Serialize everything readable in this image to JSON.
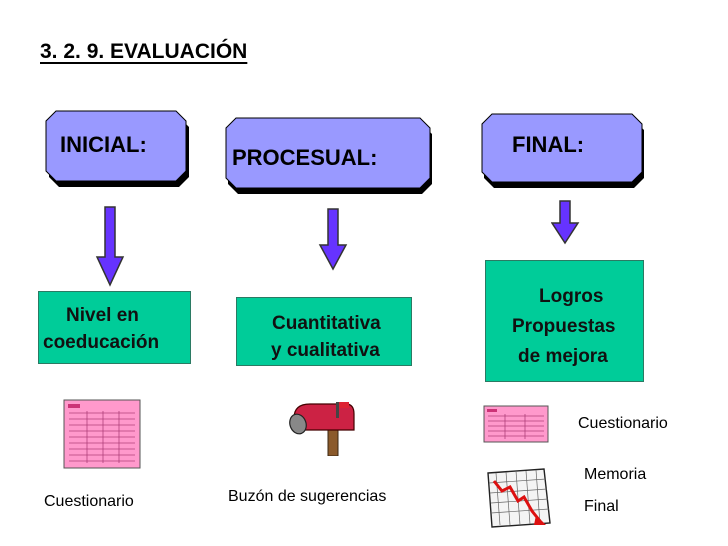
{
  "title": "3. 2. 9. EVALUACIÓN",
  "stages": [
    {
      "label": "INICIAL:",
      "result_lines": [
        "Nivel en",
        "coeducación"
      ],
      "tools": [
        {
          "icon": "questionnaire-icon",
          "label": "Cuestionario"
        }
      ]
    },
    {
      "label": "PROCESUAL:",
      "result_lines": [
        "Cuantitativa",
        "y cualitativa"
      ],
      "tools": [
        {
          "icon": "mailbox-icon",
          "label": "Buzón de sugerencias"
        }
      ]
    },
    {
      "label": "FINAL:",
      "result_lines": [
        "Logros",
        "Propuestas",
        "de mejora"
      ],
      "tools": [
        {
          "icon": "questionnaire-icon",
          "label": "Cuestionario"
        },
        {
          "icon": "declining-chart-icon",
          "label_lines": [
            "Memoria",
            "Final"
          ]
        }
      ]
    }
  ],
  "colors": {
    "stage_box_fill": "#9999ff",
    "result_box_fill": "#00cc99",
    "arrow_fill": "#6633ff",
    "questionnaire_fill": "#ff99cc"
  }
}
